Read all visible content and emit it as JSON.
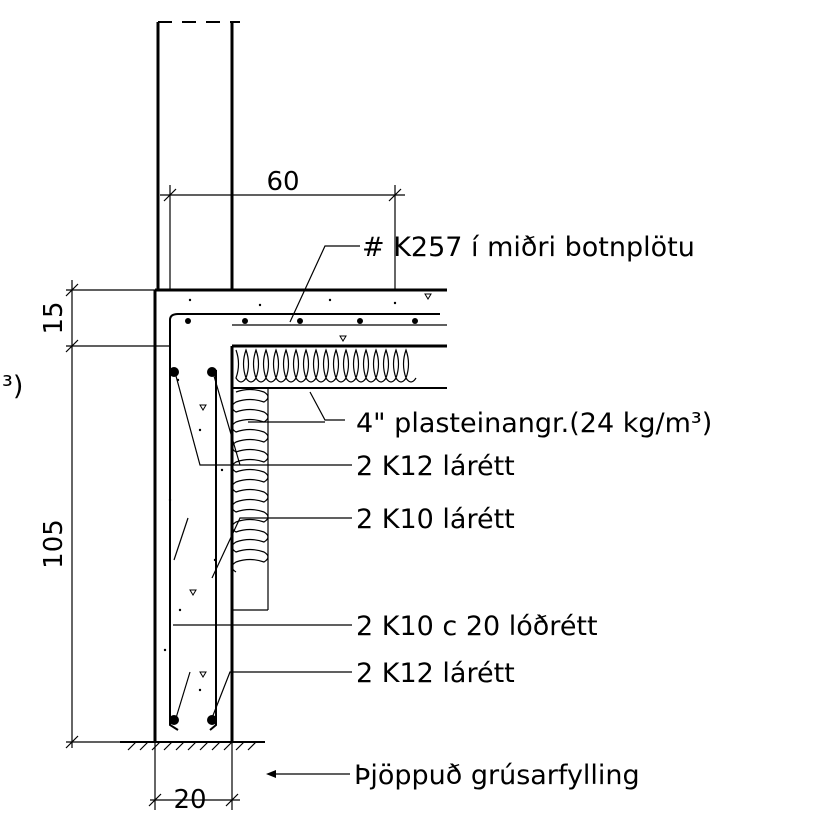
{
  "dimensions": {
    "width_label": "60",
    "slab_thickness_label": "15",
    "wall_height_label": "105",
    "wall_thickness_label": "20"
  },
  "labels": {
    "mesh": "# K257 í miðri botnplötu",
    "insulation": "4\" plasteinangr.(24 kg/m³)",
    "rebar_top_horizontal": "2 K12 lárétt",
    "rebar_mid_horizontal": "2 K10 lárétt",
    "rebar_vertical": "2 K10 c 20 lóðrétt",
    "rebar_bottom_horizontal": "2 K12 lárétt",
    "fill": "Þjöppuð grúsarfylling",
    "cut_left": "³)"
  }
}
